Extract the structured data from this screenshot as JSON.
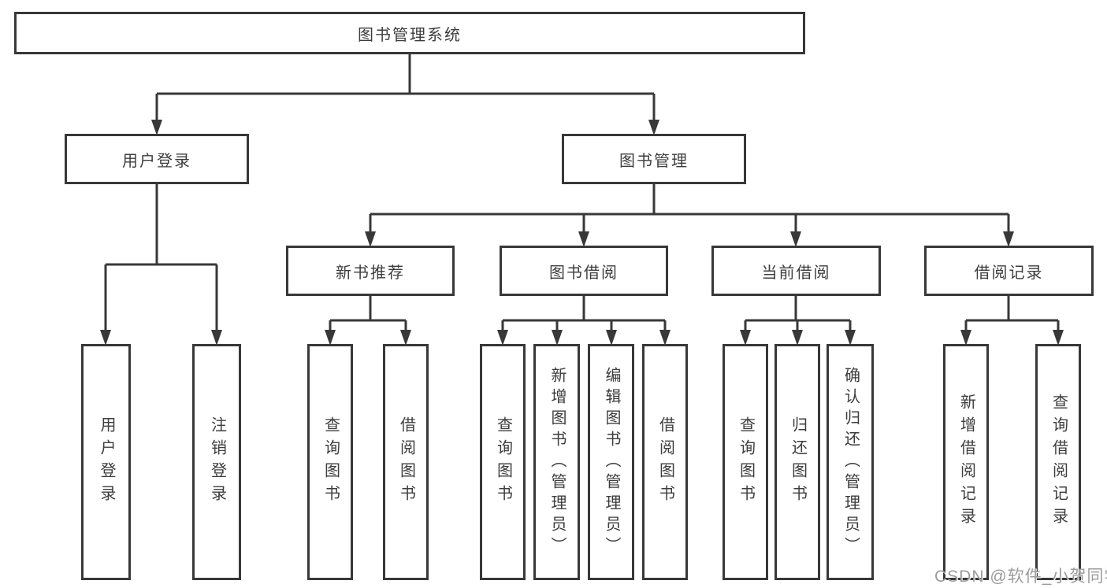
{
  "tree": {
    "root": {
      "label": "图书管理系统"
    },
    "login": {
      "label": "用户登录",
      "children": [
        "用户登录",
        "注销登录"
      ]
    },
    "manage": {
      "label": "图书管理",
      "sections": [
        {
          "label": "新书推荐",
          "children": [
            "查询图书",
            "借阅图书"
          ]
        },
        {
          "label": "图书借阅",
          "children": [
            "查询图书",
            "新增图书（管理员）",
            "编辑图书（管理员）",
            "借阅图书"
          ]
        },
        {
          "label": "当前借阅",
          "children": [
            "查询图书",
            "归还图书",
            "确认归还（管理员）"
          ]
        },
        {
          "label": "借阅记录",
          "children": [
            "新增借阅记录",
            "查询借阅记录"
          ]
        }
      ]
    }
  },
  "watermark": {
    "text": "CSDN @软件_小贺同学"
  },
  "colors": {
    "line": "#383838",
    "border": "#383838",
    "text": "#3d3d3d",
    "watermark": "#9c9c9c",
    "background": "#ffffff"
  }
}
